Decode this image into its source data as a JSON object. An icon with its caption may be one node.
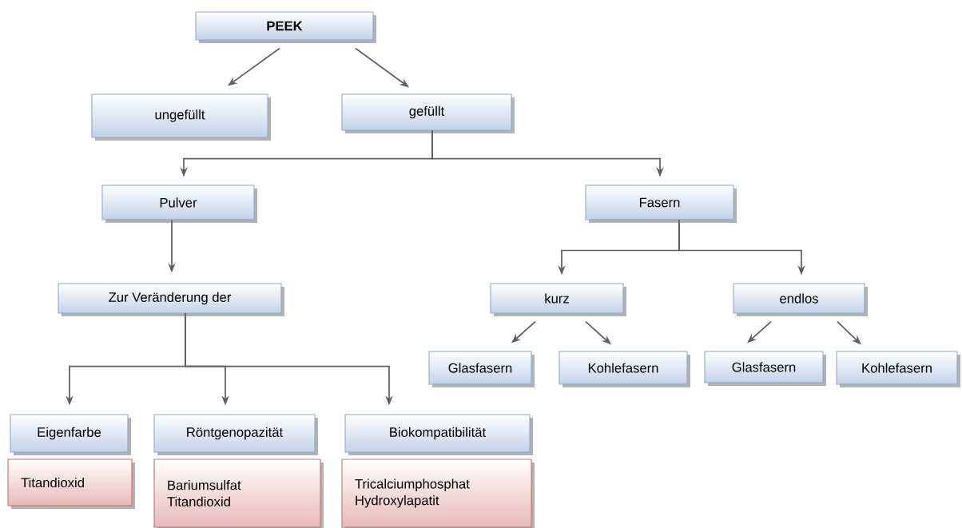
{
  "diagram": {
    "nodes": [
      {
        "text": [
          "PEEK"
        ]
      },
      {
        "text": [
          "ungefüllt"
        ]
      },
      {
        "text": [
          "gefüllt"
        ]
      },
      {
        "text": [
          "Pulver"
        ]
      },
      {
        "text": [
          "Fasern"
        ]
      },
      {
        "text": [
          "Zur Veränderung der"
        ]
      },
      {
        "text": [
          "kurz"
        ]
      },
      {
        "text": [
          "endlos"
        ]
      },
      {
        "text": [
          "Glasfasern"
        ]
      },
      {
        "text": [
          "Kohlefasern"
        ]
      },
      {
        "text": [
          "Glasfasern"
        ]
      },
      {
        "text": [
          "Kohlefasern"
        ]
      },
      {
        "text": [
          "Eigenfarbe"
        ]
      },
      {
        "text": [
          "Röntgenopazität"
        ]
      },
      {
        "text": [
          "Biokompatibilität"
        ]
      },
      {
        "text": [
          "Titandioxid"
        ]
      },
      {
        "text": [
          "Bariumsulfat",
          "Titandioxid"
        ]
      },
      {
        "text": [
          "Tricalciumphosphat",
          "Hydroxylapatit"
        ]
      }
    ],
    "edges": [
      {
        "from": 0,
        "to": 1,
        "arrow": "to"
      },
      {
        "from": 0,
        "to": 2,
        "arrow": "to"
      },
      {
        "from": 2,
        "to": 3,
        "arrow": "to"
      },
      {
        "from": 2,
        "to": 4,
        "arrow": "to"
      },
      {
        "from": 3,
        "to": 5,
        "arrow": "to"
      },
      {
        "from": 4,
        "to": 6,
        "arrow": "to"
      },
      {
        "from": 4,
        "to": 7,
        "arrow": "to"
      },
      {
        "from": 6,
        "to": 8,
        "arrow": "to"
      },
      {
        "from": 6,
        "to": 9,
        "arrow": "to"
      },
      {
        "from": 7,
        "to": 10,
        "arrow": "to"
      },
      {
        "from": 7,
        "to": 11,
        "arrow": "to"
      },
      {
        "from": 5,
        "to": 12,
        "arrow": "to"
      },
      {
        "from": 5,
        "to": 13,
        "arrow": "to"
      },
      {
        "from": 5,
        "to": 14,
        "arrow": "to"
      }
    ]
  }
}
